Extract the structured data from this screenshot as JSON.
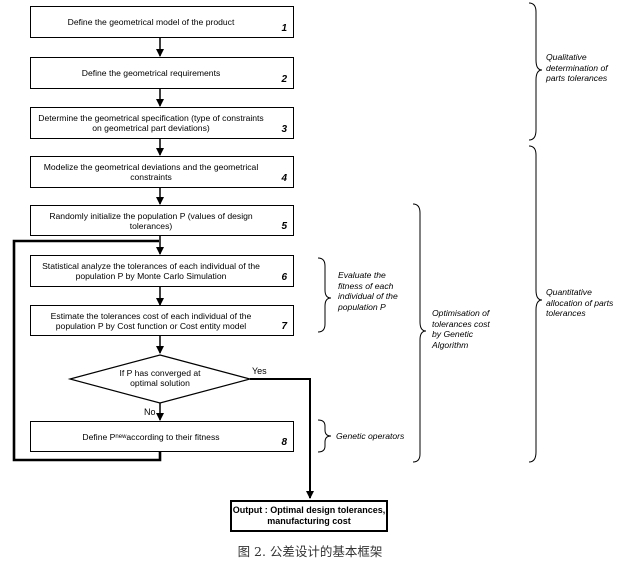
{
  "steps": [
    {
      "text": "Define the geometrical  model of the product",
      "num": "1"
    },
    {
      "text": "Define the geometrical requirements",
      "num": "2"
    },
    {
      "text": "Determine the geometrical specification (type of constraints on geometrical part deviations)",
      "num": "3"
    },
    {
      "text": "Modelize the geometrical deviations and the geometrical constraints",
      "num": "4"
    },
    {
      "text": "Randomly initialize the population P (values of design tolerances)",
      "num": "5"
    },
    {
      "text": "Statistical analyze the tolerances of each individual of the population P by Monte Carlo Simulation",
      "num": "6"
    },
    {
      "text": "Estimate the tolerances cost of each individual of the population P by Cost function or Cost entity model",
      "num": "7"
    }
  ],
  "step8": {
    "prefix": "Define P",
    "sup": "new",
    "suffix": " according to their fitness",
    "num": "8"
  },
  "decision": {
    "text": "If P has converged at optimal solution",
    "yes": "Yes",
    "no": "No"
  },
  "output": "Output : Optimal design tolerances, manufacturing cost",
  "annotations": {
    "qualitative": "Qualitative determination of parts tolerances",
    "quantitative": "Quantitative allocation of parts tolerances",
    "optimisation": "Optimisation of tolerances cost by Genetic Algorithm",
    "evaluate": "Evaluate the fitness of each individual of the population P",
    "genetic": "Genetic operators"
  },
  "caption": "图  2.  公差设计的基本框架"
}
